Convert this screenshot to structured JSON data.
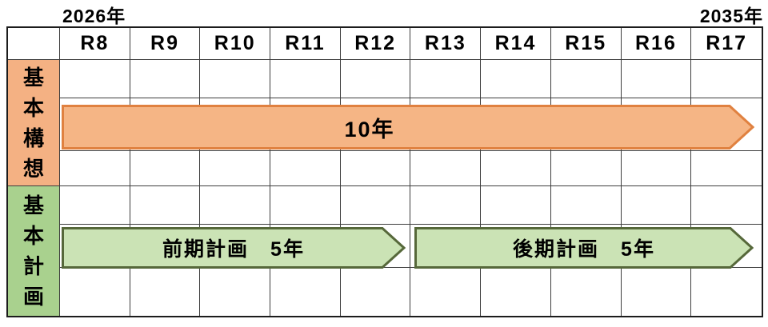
{
  "timeline": {
    "start_year_label": "2026年",
    "end_year_label": "2035年",
    "columns": [
      "R8",
      "R9",
      "R10",
      "R11",
      "R12",
      "R13",
      "R14",
      "R15",
      "R16",
      "R17"
    ],
    "grid_line_color": "#3d3d3d",
    "outer_border_color": "#1c1c1c",
    "sections": [
      {
        "name": "基本構想",
        "label_chars": [
          "基",
          "本",
          "構",
          "想"
        ],
        "label_fill": "#F4B183",
        "bars": [
          {
            "label": "10年",
            "start": "R8",
            "end": "R17",
            "span_years": 10,
            "fill": "#F5B585",
            "stroke": "#E08140"
          }
        ]
      },
      {
        "name": "基本計画",
        "label_chars": [
          "基",
          "本",
          "計",
          "画"
        ],
        "label_fill": "#A9D18E",
        "bars": [
          {
            "label": "前期計画　5年",
            "start": "R8",
            "end": "R12",
            "span_years": 5,
            "fill": "#CBE3B5",
            "stroke": "#56683A"
          },
          {
            "label": "後期計画　5年",
            "start": "R13",
            "end": "R17",
            "span_years": 5,
            "fill": "#CBE3B5",
            "stroke": "#56683A"
          }
        ]
      }
    ]
  },
  "chart_data": {
    "type": "bar",
    "subtype": "gantt-timeline",
    "title": "",
    "categories": [
      "R8",
      "R9",
      "R10",
      "R11",
      "R12",
      "R13",
      "R14",
      "R15",
      "R16",
      "R17"
    ],
    "calendar_span": {
      "start": "2026年",
      "end": "2035年"
    },
    "legend_position": "none",
    "grid": true,
    "rows": [
      {
        "name": "基本構想",
        "color": "#F4B183",
        "bars": [
          {
            "label": "10年",
            "start_category": "R8",
            "end_category": "R17",
            "span_years": 10
          }
        ]
      },
      {
        "name": "基本計画",
        "color": "#A9D18E",
        "bars": [
          {
            "label": "前期計画　5年",
            "start_category": "R8",
            "end_category": "R12",
            "span_years": 5
          },
          {
            "label": "後期計画　5年",
            "start_category": "R13",
            "end_category": "R17",
            "span_years": 5
          }
        ]
      }
    ]
  }
}
